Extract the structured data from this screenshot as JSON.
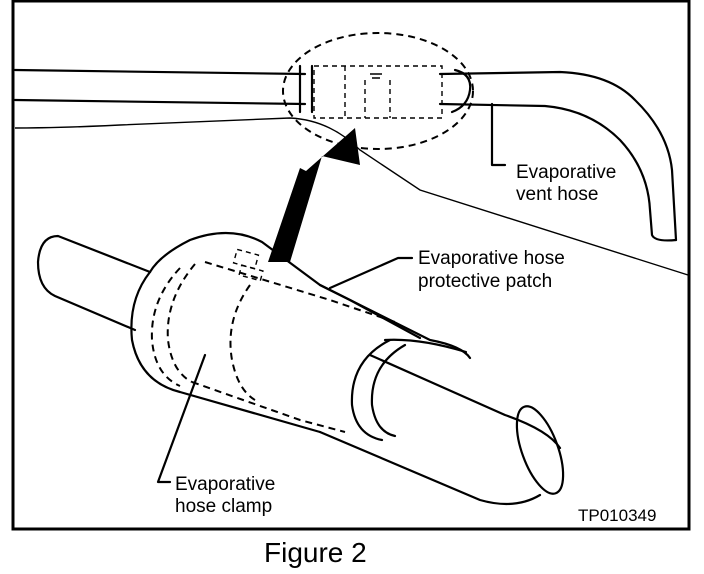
{
  "labels": {
    "vent_hose_line1": "Evaporative",
    "vent_hose_line2": "vent hose",
    "patch_line1": "Evaporative hose",
    "patch_line2": "protective patch",
    "clamp_line1": "Evaporative",
    "clamp_line2": "hose clamp"
  },
  "figure_code": "TP010349",
  "caption": "Figure 2"
}
